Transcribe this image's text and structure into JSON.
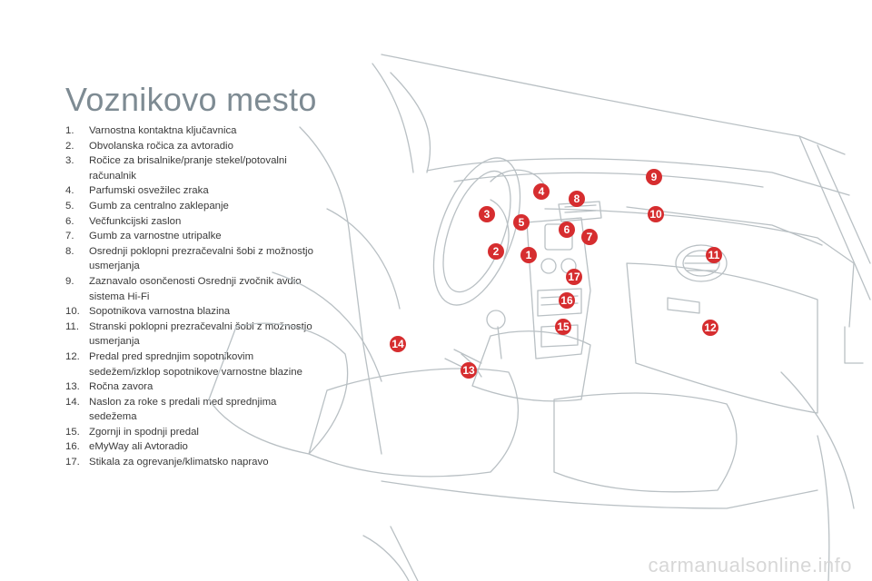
{
  "page": {
    "title": "Voznikovo mesto"
  },
  "legend": [
    {
      "num": "1.",
      "text": "Varnostna kontaktna ključavnica"
    },
    {
      "num": "2.",
      "text": "Obvolanska ročica za avtoradio"
    },
    {
      "num": "3.",
      "text": "Ročice za brisalnike/pranje stekel/potovalni računalnik"
    },
    {
      "num": "4.",
      "text": "Parfumski osvežilec zraka"
    },
    {
      "num": "5.",
      "text": "Gumb za centralno zaklepanje"
    },
    {
      "num": "6.",
      "text": "Večfunkcijski zaslon"
    },
    {
      "num": "7.",
      "text": "Gumb za varnostne utripalke"
    },
    {
      "num": "8.",
      "text": "Osrednji poklopni prezračevalni šobi z možnostjo usmerjanja"
    },
    {
      "num": "9.",
      "text": "Zaznavalo osončenosti Osrednji zvočnik avdio sistema Hi-Fi"
    },
    {
      "num": "10.",
      "text": "Sopotnikova varnostna blazina"
    },
    {
      "num": "11.",
      "text": "Stranski poklopni prezračevalni šobi z možnostjo usmerjanja"
    },
    {
      "num": "12.",
      "text": "Predal pred sprednjim sopotnikovim sedežem/izklop sopotnikove varnostne blazine"
    },
    {
      "num": "13.",
      "text": "Ročna zavora"
    },
    {
      "num": "14.",
      "text": "Naslon za roke s predali med sprednjima sedežema"
    },
    {
      "num": "15.",
      "text": "Zgornji in spodnji predal"
    },
    {
      "num": "16.",
      "text": "eMyWay ali Avtoradio"
    },
    {
      "num": "17.",
      "text": "Stikala za ogrevanje/klimatsko napravo"
    }
  ],
  "callouts": [
    "1",
    "2",
    "3",
    "4",
    "5",
    "6",
    "7",
    "8",
    "9",
    "10",
    "11",
    "12",
    "13",
    "14",
    "15",
    "16",
    "17"
  ],
  "colors": {
    "title": "#7e8b93",
    "callout": "#d62d2f",
    "line_art": "#b9c0c4"
  },
  "watermark": "carmanualsonline.info"
}
